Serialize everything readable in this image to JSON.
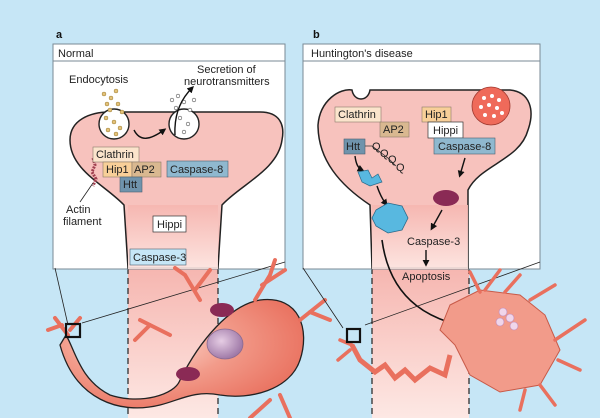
{
  "colors": {
    "background": "#c6e6f6",
    "panel_bg": "#ffffff",
    "cell_fill": "#f7c2bd",
    "cell_body": "#f08a7a",
    "clathrin": "#fbe4cc",
    "hip1": "#f8cf98",
    "ap2": "#d9b890",
    "htt": "#6f93ac",
    "caspase8": "#8fb8cf",
    "caspase3_box": "#c6e6f6",
    "hippi": "#ffffff",
    "aggregate": "#58b8e0",
    "mitochondrion": "#8a2a55"
  },
  "panel_a": {
    "letter": "a",
    "title": "Normal",
    "labels": {
      "endocytosis": "Endocytosis",
      "secretion_line1": "Secretion of",
      "secretion_line2": "neurotransmitters",
      "clathrin": "Clathrin",
      "hip1": "Hip1",
      "ap2": "AP2",
      "htt": "Htt",
      "caspase8": "Caspase-8",
      "actin_line1": "Actin",
      "actin_line2": "filament",
      "hippi": "Hippi",
      "caspase3": "Caspase-3"
    }
  },
  "panel_b": {
    "letter": "b",
    "title": "Huntington's disease",
    "labels": {
      "clathrin": "Clathrin",
      "ap2": "AP2",
      "hip1": "Hip1",
      "hippi": "Hippi",
      "caspase8": "Caspase-8",
      "htt": "Htt",
      "polyq": [
        "Q",
        "Q",
        "Q",
        "Q"
      ],
      "caspase3": "Caspase-3",
      "apoptosis": "Apoptosis"
    }
  }
}
